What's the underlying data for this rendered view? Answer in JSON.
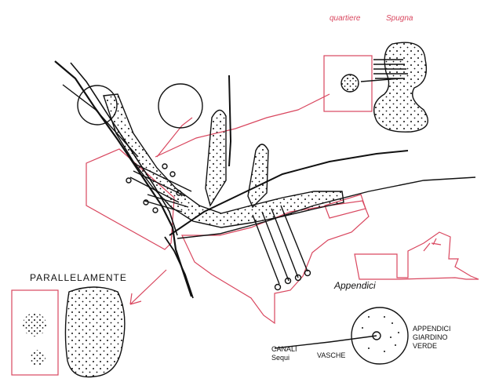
{
  "labels": {
    "top_right_left": "quartiere",
    "top_right_right": "Spugna",
    "bottom_left": "PARALLELAMENTE",
    "right_middle": "Appendici",
    "bottom_right_1": "APPENDICI",
    "bottom_right_2": "GIARDINO",
    "bottom_right_3": "VERDE",
    "bottom_mid_1a": "CANALI",
    "bottom_mid_1b": "Sequi",
    "bottom_mid_2": "VASCHE"
  },
  "colors": {
    "ink": "#111111",
    "red": "#d9475f"
  }
}
